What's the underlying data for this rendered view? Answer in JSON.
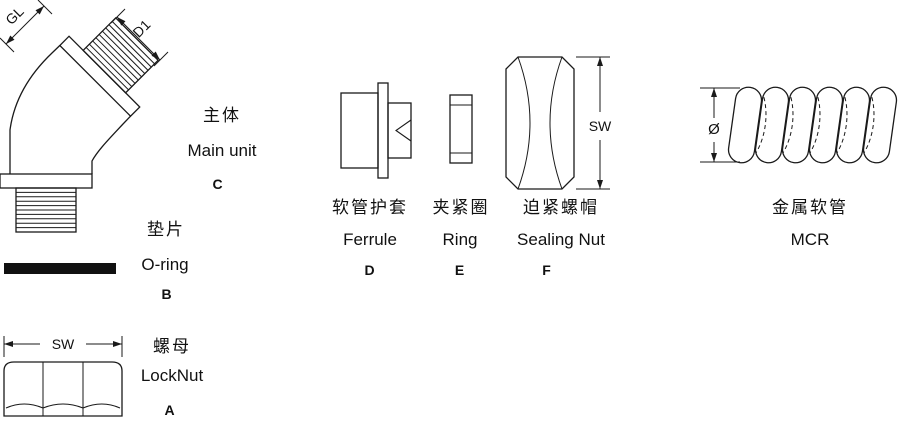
{
  "parts": {
    "main_unit": {
      "zh": "主体",
      "en": "Main unit",
      "code": "C"
    },
    "oring": {
      "zh": "垫片",
      "en": "O-ring",
      "code": "B"
    },
    "locknut": {
      "zh": "螺母",
      "en": "LockNut",
      "code": "A"
    },
    "ferrule": {
      "zh": "软管护套",
      "en": "Ferrule",
      "code": "D"
    },
    "ring": {
      "zh": "夹紧圈",
      "en": "Ring",
      "code": "E"
    },
    "sealing_nut": {
      "zh": "迫紧螺帽",
      "en": "Sealing Nut",
      "code": "F"
    },
    "conduit": {
      "zh": "金属软管",
      "en": "MCR"
    }
  },
  "dimensions": {
    "gl": "GL",
    "d1": "D1",
    "locknut_width": "SW",
    "sealing_nut_width": "SW",
    "conduit_diameter": "Ø"
  },
  "colors": {
    "line": "#1a1a1a",
    "oring_fill": "#111111",
    "background": "#ffffff"
  }
}
